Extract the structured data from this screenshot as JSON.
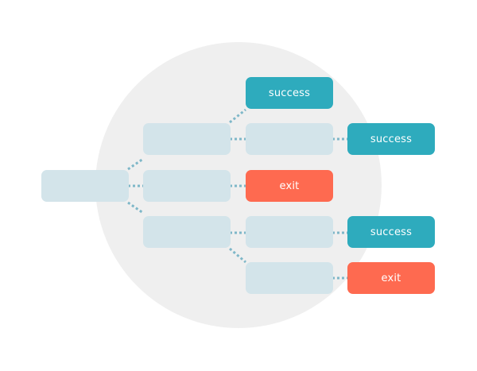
{
  "diagram": {
    "colors": {
      "background_circle": "#efefef",
      "blank_node": "#d3e4ea",
      "success_node": "#2eabbd",
      "exit_node": "#fe6a50",
      "connector": "#7eb7c8"
    },
    "nodes": {
      "root": {
        "label": ""
      },
      "branch_top": {
        "label": ""
      },
      "branch_middle": {
        "label": ""
      },
      "branch_bottom": {
        "label": ""
      },
      "top_success": {
        "label": "success"
      },
      "top_step": {
        "label": ""
      },
      "top_step_success": {
        "label": "success"
      },
      "middle_exit": {
        "label": "exit"
      },
      "bottom_step_upper": {
        "label": ""
      },
      "bottom_success": {
        "label": "success"
      },
      "bottom_step_lower": {
        "label": ""
      },
      "bottom_exit": {
        "label": "exit"
      }
    }
  }
}
